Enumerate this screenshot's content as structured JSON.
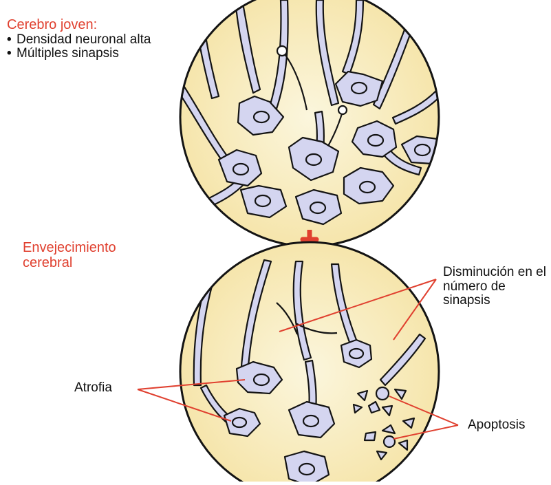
{
  "young_brain": {
    "title": "Cerebro joven:",
    "bullets": [
      "Densidad neuronal alta",
      "Múltiples sinapsis"
    ]
  },
  "transition_label": "Envejecimiento cerebral",
  "labels": {
    "synapse_loss": "Disminución en el número de sinapsis",
    "atrophy": "Atrofia",
    "apoptosis": "Apoptosis"
  },
  "colors": {
    "accent": "#e0402f",
    "tissue": "#f8e9b4",
    "neuron_fill": "#d4d5f0",
    "outline": "#141414"
  }
}
